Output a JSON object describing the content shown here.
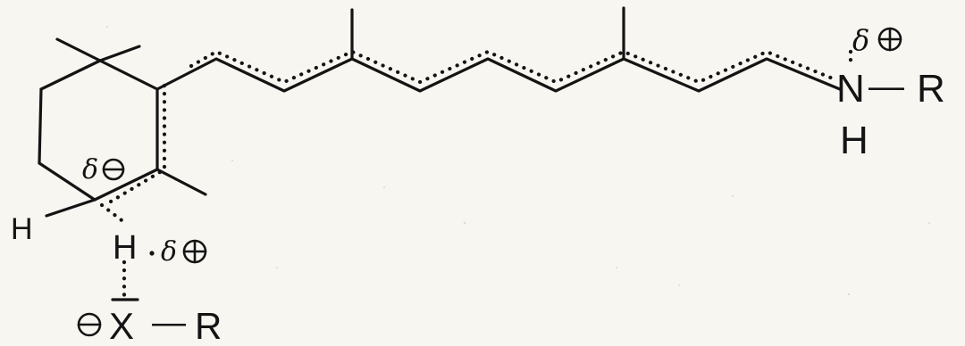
{
  "atoms": {
    "nitrogen": "N",
    "n_substituent": "R",
    "n_hydrogen": "H",
    "ring_hydrogen": "H",
    "transfer_hydrogen": "H",
    "base_atom": "X",
    "base_substituent": "R"
  },
  "bond_dashes": {
    "n_r": "—",
    "x_r": "—"
  },
  "partial_charges": {
    "delta_symbol": "δ",
    "nitrogen_delta": "⊕",
    "ring_carbon_delta": "⊖",
    "hydrogen_delta": "⊕",
    "base_charge": "⊖"
  },
  "colors": {
    "ink": "#141414",
    "paper": "#f7f6f1"
  }
}
